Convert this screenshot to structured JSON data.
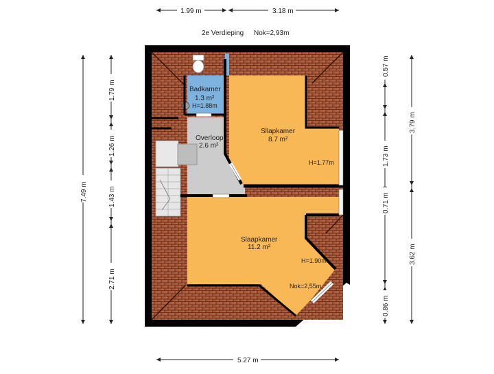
{
  "header": {
    "floor": "2e Verdieping",
    "ridge": "Nok=2,93m"
  },
  "dimensions": {
    "top_left": "1.99 m",
    "top_right": "3.18 m",
    "bottom": "5.27 m",
    "left_total": "7.49 m",
    "left_1": "1.79 m",
    "left_2": "1.26 m",
    "left_3": "1.43 m",
    "left_4": "2.71 m",
    "right_inner_1": "0.57 m",
    "right_inner_2": "1.73 m",
    "right_inner_3": "0.71 m",
    "right_inner_4": "0.86 m",
    "right_outer_1": "3.79 m",
    "right_outer_2": "3.62 m"
  },
  "rooms": {
    "badkamer": {
      "name": "Badkamer",
      "area": "1.3 m²",
      "height": "H=1.88m"
    },
    "overloop": {
      "name": "Overloop",
      "area": "2.6 m²"
    },
    "slapkamer1": {
      "name": "Sllapkamer",
      "area": "8.7 m²",
      "height": "H=1.77m"
    },
    "slaapkamer2": {
      "name": "Slaapkamer",
      "area": "11.2 m²",
      "height": "H=1.90m",
      "ridge": "Nok=2,55m"
    }
  },
  "colors": {
    "wall": "#000000",
    "roof": "#a85a3c",
    "bedroom": "#f9b856",
    "bathroom": "#7fb3df",
    "landing": "#cccccc",
    "stairs": "#e6e6e6"
  }
}
